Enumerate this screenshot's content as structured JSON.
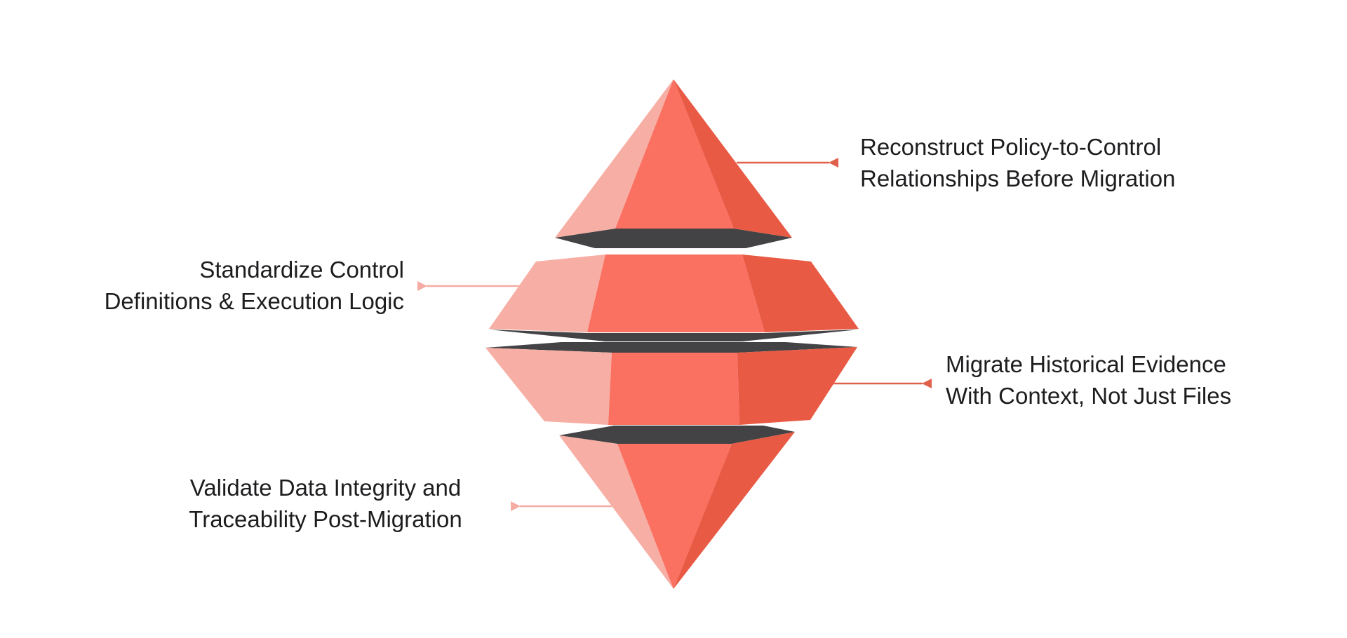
{
  "background": "#FFFFFF",
  "colors": {
    "background": "#FFFFFF",
    "face_light": "#F7AEA4",
    "face_front": "#FA7061",
    "face_dark": "#E85A44",
    "face_under": "#434345",
    "connector_red": "#E0604B",
    "connector_pink": "#F4ACA3",
    "text": "#1D1D1F"
  },
  "diagram": {
    "type": "exploded-diamond-4-segments",
    "segments": [
      {
        "position": "top-pyramid",
        "connector_side": "right",
        "label": {
          "line1": "Reconstruct Policy-to-Control",
          "line2": "Relationships Before Migration"
        }
      },
      {
        "position": "upper-middle-band",
        "connector_side": "left",
        "label": {
          "line1": "Standardize Control",
          "line2": "Definitions & Execution Logic"
        }
      },
      {
        "position": "lower-middle-band",
        "connector_side": "right",
        "label": {
          "line1": "Migrate Historical Evidence",
          "line2": "With Context, Not Just Files"
        }
      },
      {
        "position": "bottom-pyramid",
        "connector_side": "left",
        "label": {
          "line1": "Validate Data Integrity and",
          "line2": "Traceability Post-Migration"
        }
      }
    ]
  }
}
